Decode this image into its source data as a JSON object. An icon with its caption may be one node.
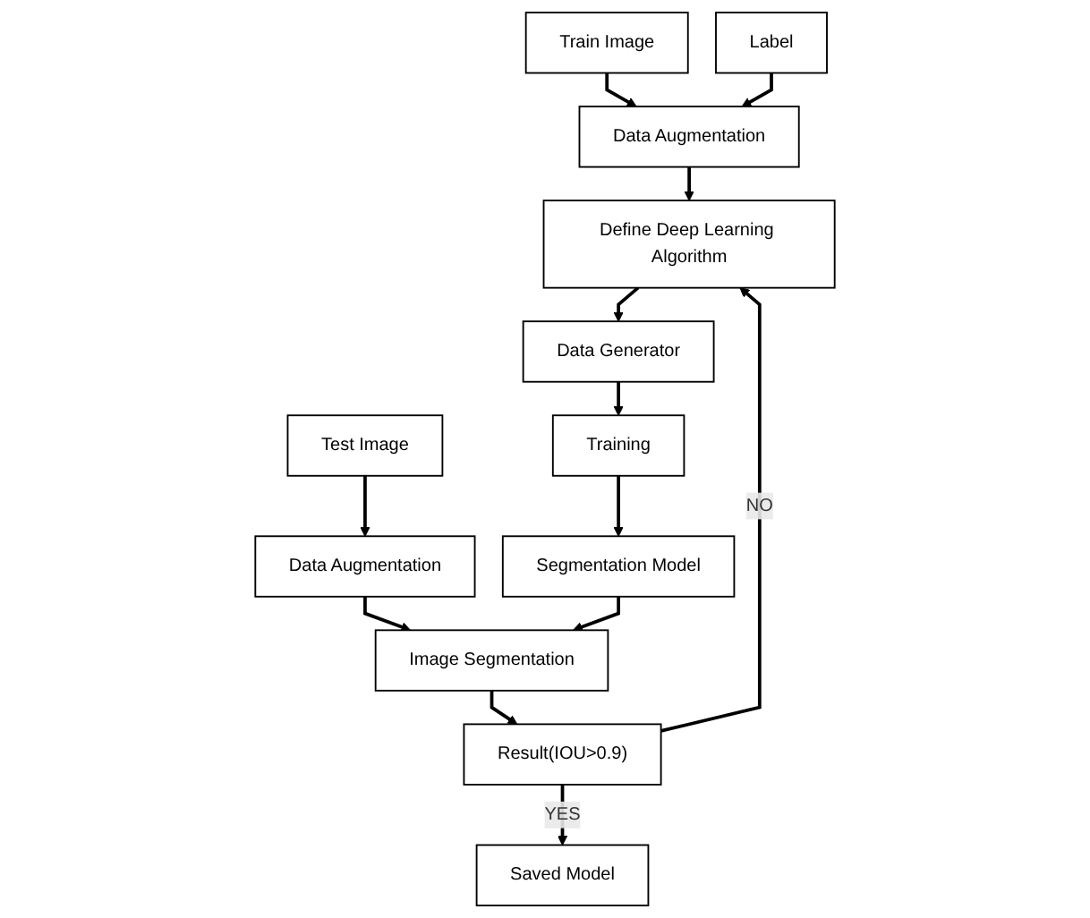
{
  "diagram": {
    "nodes": [
      {
        "text": [
          "Train Image"
        ]
      },
      {
        "text": [
          "Label"
        ]
      },
      {
        "text": [
          "Test Image"
        ]
      },
      {
        "text": [
          "Data Augmentation"
        ]
      },
      {
        "text": [
          "Data Augmentation"
        ]
      },
      {
        "text": [
          "Define Deep Learning Algorithm"
        ]
      },
      {
        "text": [
          "Image Segmentation"
        ]
      },
      {
        "text": [
          "Data Generator"
        ]
      },
      {
        "text": [
          "Result(IOU>0.9)"
        ]
      },
      {
        "text": [
          "Training"
        ]
      },
      {
        "text": [
          "Saved Model"
        ]
      },
      {
        "text": [
          "Segmentation Model"
        ]
      }
    ],
    "edges": [
      {
        "from": 0,
        "to": 3,
        "arrow": "to"
      },
      {
        "from": 1,
        "to": 3,
        "arrow": "to"
      },
      {
        "from": 2,
        "to": 4,
        "arrow": "to"
      },
      {
        "from": 3,
        "to": 5,
        "arrow": "to"
      },
      {
        "from": 4,
        "to": 6,
        "arrow": "to"
      },
      {
        "from": 5,
        "to": 7,
        "arrow": "to"
      },
      {
        "from": 6,
        "to": 8,
        "arrow": "to"
      },
      {
        "from": 7,
        "to": 9,
        "arrow": "to"
      },
      {
        "from": 8,
        "to": 10,
        "arrow": "to",
        "label": "YES"
      },
      {
        "from": 9,
        "to": 11,
        "arrow": "to"
      },
      {
        "from": 8,
        "to": 5,
        "arrow": "to",
        "label": "NO"
      },
      {
        "from": 11,
        "to": 6,
        "arrow": "to"
      }
    ]
  }
}
